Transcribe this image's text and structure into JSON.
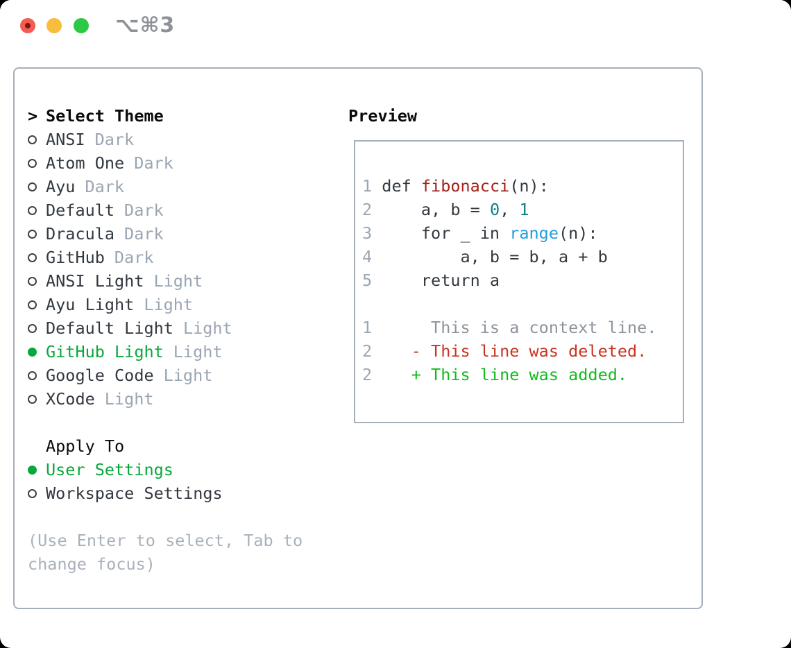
{
  "window": {
    "title": "⌥⌘3",
    "traffic_lights": [
      "close",
      "minimize",
      "zoom"
    ]
  },
  "sidebar": {
    "header": {
      "prompt": ">",
      "label": "Select Theme"
    },
    "themes": [
      {
        "name": "ANSI",
        "variant": "Dark",
        "selected": false
      },
      {
        "name": "Atom One",
        "variant": "Dark",
        "selected": false
      },
      {
        "name": "Ayu",
        "variant": "Dark",
        "selected": false
      },
      {
        "name": "Default",
        "variant": "Dark",
        "selected": false
      },
      {
        "name": "Dracula",
        "variant": "Dark",
        "selected": false
      },
      {
        "name": "GitHub",
        "variant": "Dark",
        "selected": false
      },
      {
        "name": "ANSI Light",
        "variant": "Light",
        "selected": false
      },
      {
        "name": "Ayu Light",
        "variant": "Light",
        "selected": false
      },
      {
        "name": "Default Light",
        "variant": "Light",
        "selected": false
      },
      {
        "name": "GitHub Light",
        "variant": "Light",
        "selected": true
      },
      {
        "name": "Google Code",
        "variant": "Light",
        "selected": false
      },
      {
        "name": "XCode",
        "variant": "Light",
        "selected": false
      }
    ],
    "apply_to": {
      "label": "Apply To",
      "options": [
        {
          "name": "User Settings",
          "selected": true
        },
        {
          "name": "Workspace Settings",
          "selected": false
        }
      ]
    },
    "hint_lines": [
      "(Use Enter to select, Tab to",
      "change focus)"
    ]
  },
  "preview": {
    "header": "Preview",
    "code_lines": [
      {
        "num": "1",
        "segments": [
          {
            "t": " def ",
            "c": "plain"
          },
          {
            "t": "fibonacci",
            "c": "func"
          },
          {
            "t": "(n):",
            "c": "plain"
          }
        ]
      },
      {
        "num": "2",
        "segments": [
          {
            "t": "     a, b = ",
            "c": "plain"
          },
          {
            "t": "0",
            "c": "number"
          },
          {
            "t": ", ",
            "c": "plain"
          },
          {
            "t": "1",
            "c": "number"
          }
        ]
      },
      {
        "num": "3",
        "segments": [
          {
            "t": "     for _ in ",
            "c": "plain"
          },
          {
            "t": "range",
            "c": "builtin"
          },
          {
            "t": "(n):",
            "c": "plain"
          }
        ]
      },
      {
        "num": "4",
        "segments": [
          {
            "t": "         a, b = b, a + b",
            "c": "plain"
          }
        ]
      },
      {
        "num": "5",
        "segments": [
          {
            "t": "     return a",
            "c": "plain"
          }
        ]
      },
      {
        "num": "",
        "segments": []
      },
      {
        "num": "1",
        "segments": [
          {
            "t": "      This is a context line.",
            "c": "context"
          }
        ]
      },
      {
        "num": "2",
        "segments": [
          {
            "t": "    - This line was deleted.",
            "c": "deleted"
          }
        ]
      },
      {
        "num": "2",
        "segments": [
          {
            "t": "    + This line was added.",
            "c": "added"
          }
        ]
      }
    ]
  },
  "colors": {
    "accent_green": "#07a83a",
    "added_green": "#0fbc1d",
    "deleted_red": "#c93420",
    "function_red": "#a3231b",
    "number_teal": "#0e7f88",
    "builtin_blue": "#219fd8",
    "text_dark": "#32383f",
    "variant_gray": "#9aa5b2",
    "hint_gray": "#a8b1bb",
    "line_number_gray": "#9aa6b3",
    "context_gray": "#8d949b",
    "panel_border": "#a6aeb8",
    "titlebar_text": "#8e9298",
    "traffic_red": "#f25c51",
    "traffic_yellow": "#f9bd3e",
    "traffic_green": "#2ec944"
  }
}
